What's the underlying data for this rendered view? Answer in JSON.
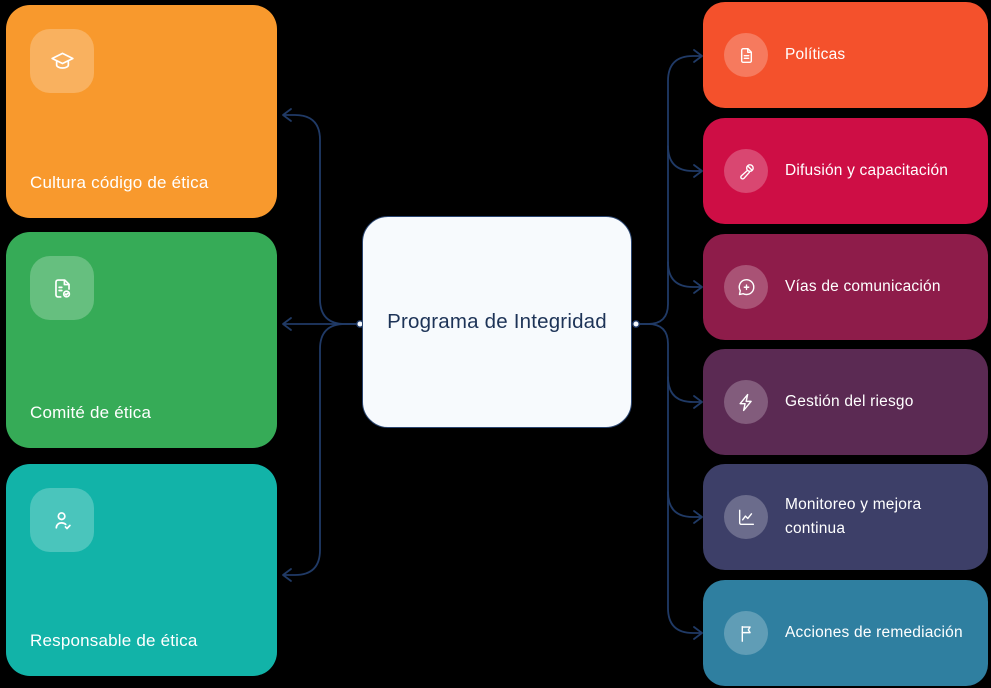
{
  "diagram": {
    "title": "Programa de Integridad"
  },
  "canvas": {
    "background": "#000000"
  },
  "center_node": {
    "label": "Programa de Integridad",
    "bg_color": "#F7FAFD",
    "border_color": "#2A4570",
    "text_color": "#1D3357"
  },
  "left_nodes": [
    {
      "label": "Cultura código de ética",
      "color": "#F8992D",
      "icon": "graduation-cap-icon"
    },
    {
      "label": "Comité de ética",
      "color": "#36AB57",
      "icon": "file-badge-icon"
    },
    {
      "label": "Responsable de ética",
      "color": "#12B3A8",
      "icon": "user-check-icon"
    }
  ],
  "right_nodes": [
    {
      "label": "Políticas",
      "color": "#F4512C",
      "icon": "file-text-icon"
    },
    {
      "label": "Difusión y capacitación",
      "color": "#CE0E45",
      "icon": "microphone-icon"
    },
    {
      "label": "Vías de comunicación",
      "color": "#8E1C4A",
      "icon": "message-plus-icon"
    },
    {
      "label": "Gestión del riesgo",
      "color": "#5B2A53",
      "icon": "zap-icon"
    },
    {
      "label": "Monitoreo y mejora continua",
      "color": "#3D3F68",
      "icon": "chart-line-icon"
    },
    {
      "label": "Acciones de remediación",
      "color": "#2F7FA0",
      "icon": "flag-icon"
    }
  ],
  "connectors": {
    "color": "#203A66"
  }
}
